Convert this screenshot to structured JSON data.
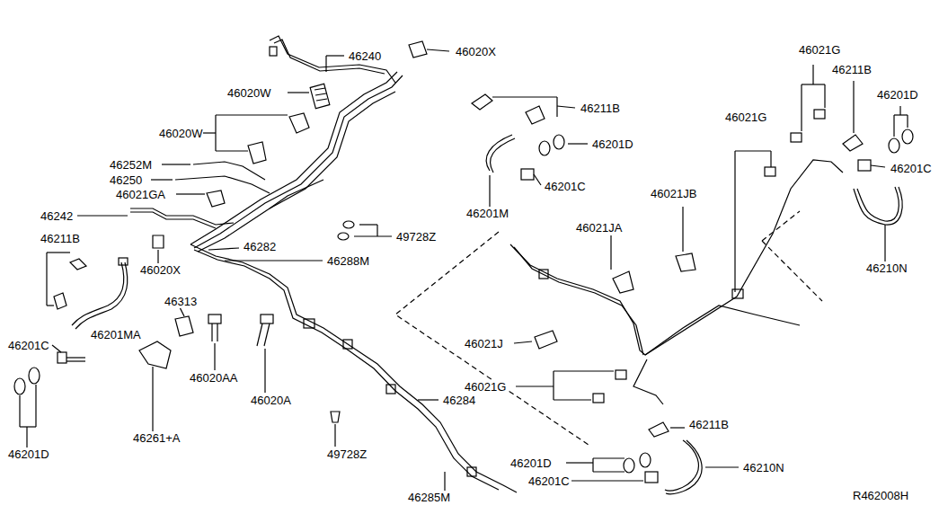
{
  "diagram": {
    "labels": [
      "46240",
      "46020X",
      "46020W",
      "46020W",
      "46252M",
      "46250",
      "46021GA",
      "46242",
      "49728Z",
      "46282",
      "46288M",
      "46211B",
      "46020X",
      "46313",
      "46201MA",
      "46201C",
      "46020AA",
      "46020A",
      "46261+A",
      "49728Z",
      "46201D",
      "46211B",
      "46201D",
      "46201C",
      "46201M",
      "46021G",
      "46211B",
      "46201D",
      "46021G",
      "46201C",
      "46021JB",
      "46021JA",
      "46210N",
      "46021J",
      "46021G",
      "46284",
      "46211B",
      "46201D",
      "46201C",
      "46210N",
      "46285M",
      "R462008H"
    ]
  }
}
